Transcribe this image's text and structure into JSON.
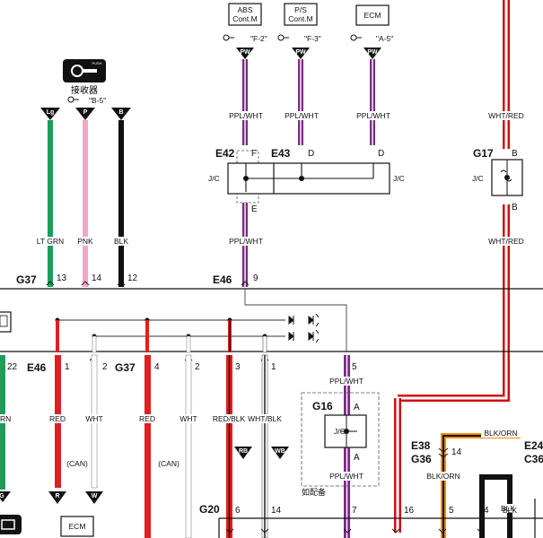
{
  "modules": {
    "abs": "ABS\nCont.M",
    "ps": "P/S\nCont.M",
    "ecm": "ECM",
    "ecm_bottom": "ECM"
  },
  "refs": {
    "f2": "\"F-2\"",
    "f3": "\"F-3\"",
    "a5": "\"A-5\"",
    "b5": "\"B-5\""
  },
  "receiver": {
    "label": "接收器",
    "badge": "PUSH"
  },
  "pw": "PW",
  "wire_labels": {
    "ppl_wht": "PPL/WHT",
    "wht_red": "WHT/RED",
    "lt_grn": "LT GRN",
    "pnk": "PNK",
    "blk": "BLK",
    "red": "RED",
    "wht": "WHT",
    "red_blk": "RED/BLK",
    "wht_blk": "WHT/BLK",
    "blk_orn": "BLK/ORN",
    "grn_partial": "RN",
    "can": "(CAN)"
  },
  "connectors": {
    "e42": "E42",
    "e43": "E43",
    "g17": "G17",
    "g37": "G37",
    "e46": "E46",
    "g16": "G16",
    "e38": "E38",
    "g36": "G36",
    "g20": "G20",
    "e24": "E24",
    "c36": "C36"
  },
  "pins": {
    "f": "F",
    "d": "D",
    "e": "E",
    "b": "B",
    "a": "A",
    "n1": "1",
    "n2": "2",
    "n3": "3",
    "n4": "4",
    "n5": "5",
    "n6": "6",
    "n7": "7",
    "n9": "9",
    "n12": "12",
    "n13": "13",
    "n14": "14",
    "n16": "16",
    "n22": "22"
  },
  "jc": "J/C",
  "terminals": {
    "lg": "Lg",
    "p": "P",
    "b": "B",
    "r": "R",
    "w": "W",
    "rb": "RB",
    "wb": "WB",
    "g": "G"
  },
  "optional_note": "如配备"
}
